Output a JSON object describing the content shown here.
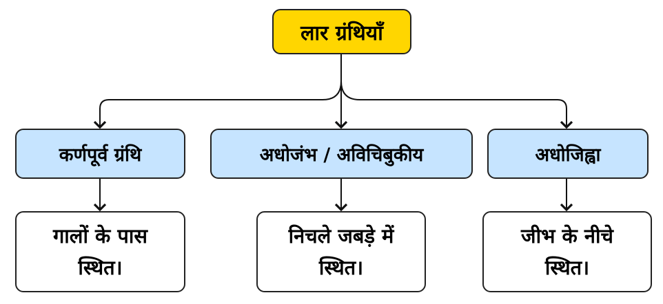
{
  "root": {
    "label": "लार ग्रंथियाँ"
  },
  "colors": {
    "root": "#FFD600",
    "branch": "#C6E4FF",
    "leaf": "#FFFFFF"
  },
  "branches": [
    {
      "label": "कर्णपूर्व ग्रंथि",
      "detail_line1": "गालों के पास",
      "detail_line2": "स्थित।"
    },
    {
      "label": "अधोजंभ / अविचिबुकीय",
      "detail_line1": "निचले जबड़े में",
      "detail_line2": "स्थित।"
    },
    {
      "label": "अधोजिह्वा",
      "detail_line1": "जीभ के नीचे",
      "detail_line2": "स्थित।"
    }
  ]
}
